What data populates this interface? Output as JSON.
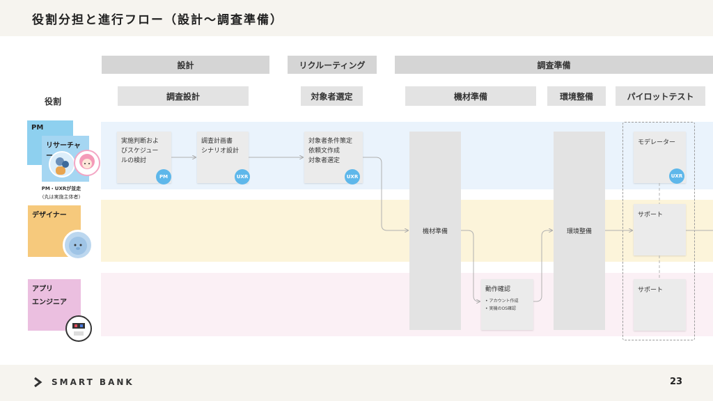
{
  "slide": {
    "title": "役割分担と進行フロー（設計〜調査準備）",
    "page_number": "23",
    "logo_text": "SMART BANK"
  },
  "phases": {
    "design": "設計",
    "recruiting": "リクルーティング",
    "prep": "調査準備"
  },
  "steps": {
    "survey_design": "調査設計",
    "target_selection": "対象者選定",
    "equipment_prep": "機材準備",
    "environment_setup": "環境整備",
    "pilot_test": "パイロットテスト"
  },
  "roles": {
    "header": "役割",
    "pm": "PM",
    "researcher": "リサーチャー",
    "note_main": "PM・UXRが並走",
    "note_sub": "(丸は実施主体者)",
    "designer": "デザイナー",
    "engineer_line1": "アプリ",
    "engineer_line2": "エンジニア"
  },
  "tasks": {
    "t1": {
      "lines": [
        "実施判断およ",
        "びスケジュー",
        "ルの検討"
      ],
      "badge": "PM"
    },
    "t2": {
      "lines": [
        "調査計画書",
        "シナリオ設計"
      ],
      "badge": "UXR"
    },
    "t3": {
      "lines": [
        "対象者条件策定",
        "依頼文作成",
        "対象者選定"
      ],
      "badge": "UXR"
    },
    "equipment_col": "機材準備",
    "environment_col": "環境整備",
    "moderator": {
      "label": "モデレーター",
      "badge": "UXR"
    },
    "support_designer": "サポート",
    "support_engineer": "サポート",
    "operation_check": {
      "title": "動作確認",
      "items": [
        "• アカウント作成",
        "• 実機のOS確認"
      ]
    }
  },
  "colors": {
    "lane_blue": "#eaf3fc",
    "lane_yellow": "#fcf4da",
    "lane_pink": "#fbf0f5",
    "badge": "#5eb7ea"
  }
}
